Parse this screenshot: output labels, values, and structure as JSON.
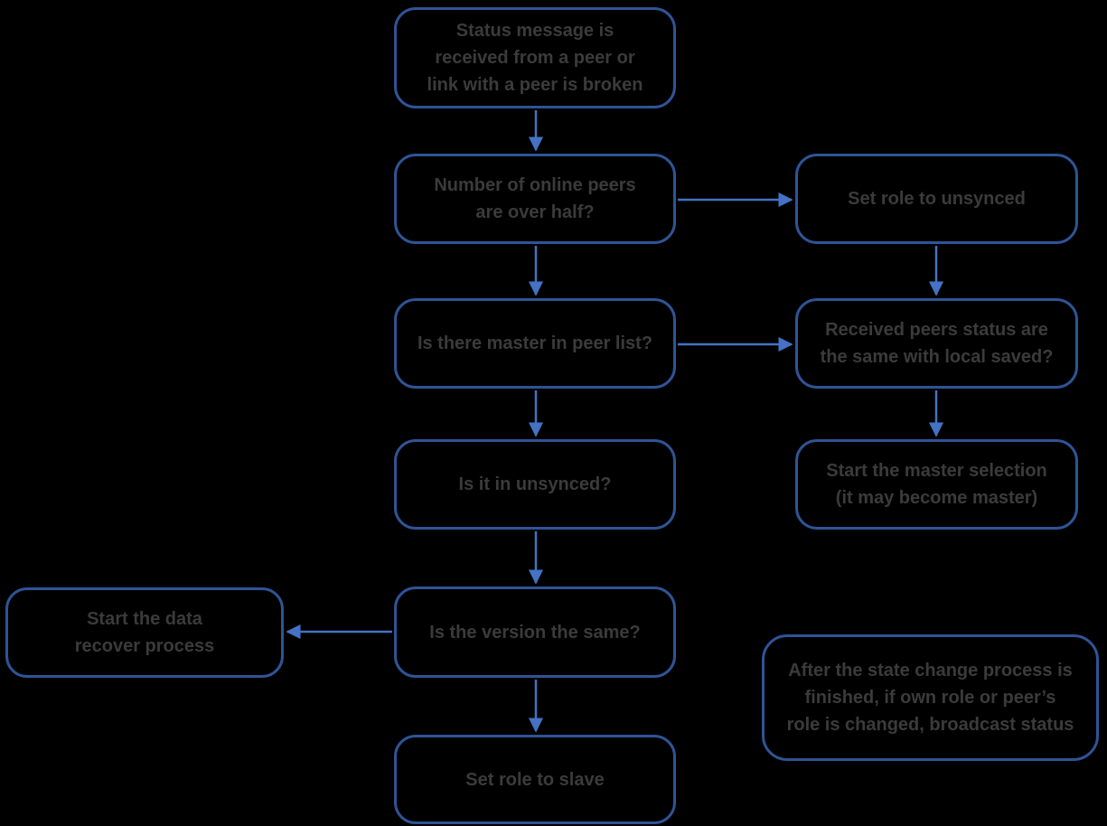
{
  "diagram": {
    "type": "flowchart",
    "colors": {
      "background": "#000000",
      "box_border": "#2F5496",
      "arrow": "#4472C4",
      "text": "#3B3B3B"
    },
    "nodes": [
      {
        "id": "status-received",
        "label": "Status message is\nreceived from a peer or\nlink with a peer is broken"
      },
      {
        "id": "peers-over-half",
        "label": "Number of online peers\nare over half?"
      },
      {
        "id": "set-role-unsynced",
        "label": "Set role to unsynced"
      },
      {
        "id": "master-in-peer-list",
        "label": "Is there master in peer list?"
      },
      {
        "id": "peers-status-same",
        "label": "Received peers status are\nthe same with local saved?"
      },
      {
        "id": "is-it-in-unsynced",
        "label": "Is it in unsynced?"
      },
      {
        "id": "start-master-selection",
        "label": "Start the master selection\n(it may become master)"
      },
      {
        "id": "start-data-recover",
        "label": "Start the data\nrecover process"
      },
      {
        "id": "is-version-same",
        "label": "Is the version the same?"
      },
      {
        "id": "broadcast-note",
        "label": "After the state change process is\nfinished, if own role or peer’s\nrole is changed, broadcast status"
      },
      {
        "id": "set-role-slave",
        "label": "Set role to slave"
      }
    ],
    "edges": [
      {
        "from": "status-received",
        "to": "peers-over-half"
      },
      {
        "from": "peers-over-half",
        "to": "set-role-unsynced"
      },
      {
        "from": "peers-over-half",
        "to": "master-in-peer-list"
      },
      {
        "from": "set-role-unsynced",
        "to": "peers-status-same"
      },
      {
        "from": "master-in-peer-list",
        "to": "peers-status-same"
      },
      {
        "from": "master-in-peer-list",
        "to": "is-it-in-unsynced"
      },
      {
        "from": "peers-status-same",
        "to": "start-master-selection"
      },
      {
        "from": "is-it-in-unsynced",
        "to": "is-version-same"
      },
      {
        "from": "is-version-same",
        "to": "start-data-recover"
      },
      {
        "from": "is-version-same",
        "to": "set-role-slave"
      }
    ]
  }
}
